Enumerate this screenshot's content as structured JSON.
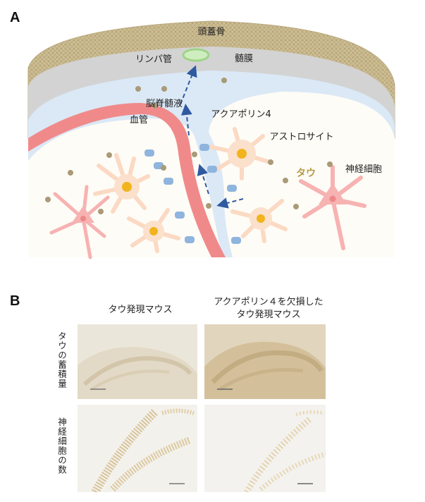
{
  "panel_a": {
    "letter": "A",
    "labels": {
      "skull": "頭蓋骨",
      "lymph": "リンパ管",
      "meninges": "髄膜",
      "csf": "脳脊髄液",
      "vessel": "血管",
      "aqp4": "アクアポリン4",
      "astro": "アストロサイト",
      "tau": "タウ",
      "neuron": "神経細胞"
    }
  },
  "panel_b": {
    "letter": "B",
    "col1": "タウ発現マウス",
    "col2_line1": "アクアポリン４を欠損した",
    "col2_line2": "タウ発現マウス",
    "row1": "タウの蓄積量",
    "row2": "神経細胞の数"
  },
  "colors": {
    "skull": "#c9b98f",
    "meninges": "#d3d3d3",
    "csf": "#dbe8f6",
    "vessel": "#f08a8a",
    "astro_body": "#fbe0cc",
    "nucleus": "#f2b41c",
    "neuron": "#f7b2b2",
    "tau_dot": "#a99a78",
    "aqp4": "#8fb5de",
    "arrow": "#2f5aa0",
    "lymph": "#a8dc8a"
  }
}
